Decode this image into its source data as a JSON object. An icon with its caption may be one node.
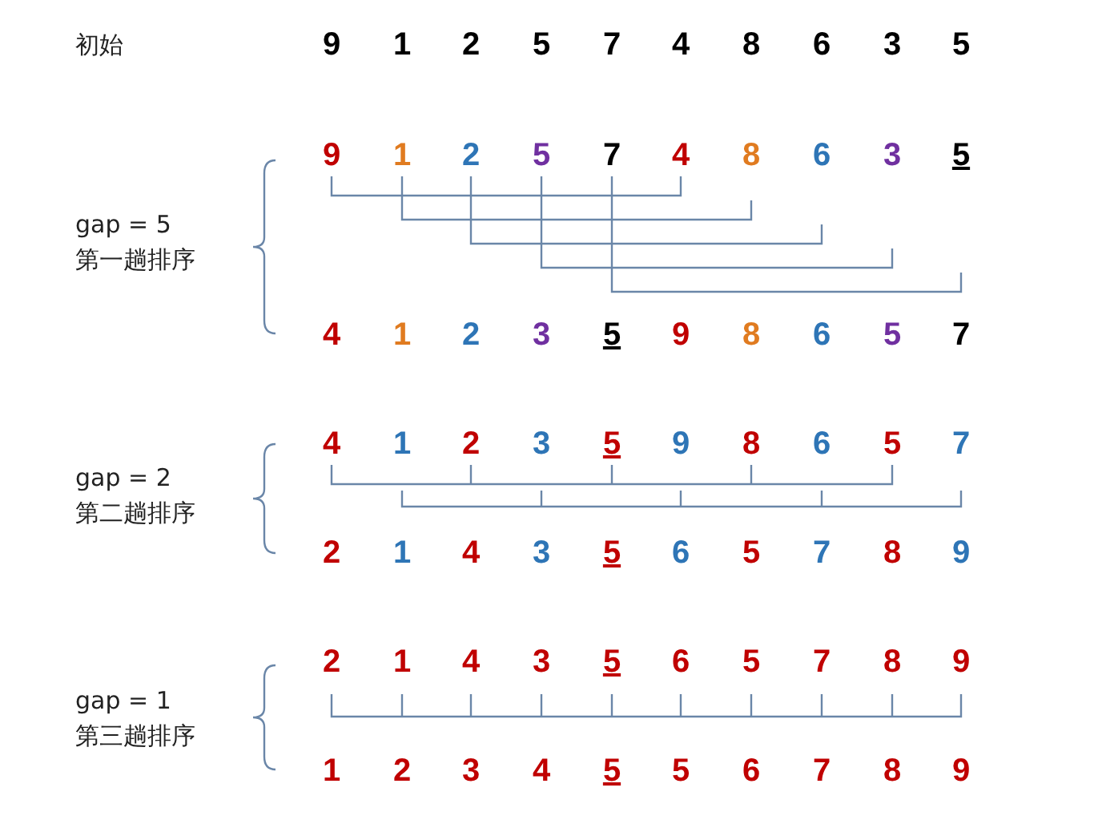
{
  "diagram": {
    "labels": [
      "初始",
      "9",
      "1",
      "2",
      "5",
      "7",
      "4",
      "8",
      "6",
      "3",
      "5",
      "9",
      "1",
      "2",
      "5",
      "7",
      "4",
      "8",
      "6",
      "3",
      "5",
      "gap = 5",
      "第一趟排序",
      "4",
      "1",
      "2",
      "3",
      "5",
      "9",
      "8",
      "6",
      "5",
      "7",
      "4",
      "1",
      "2",
      "3",
      "5",
      "9",
      "8",
      "6",
      "5",
      "7",
      "gap = 2",
      "第二趟排序",
      "2",
      "1",
      "4",
      "3",
      "5",
      "6",
      "5",
      "7",
      "8",
      "9",
      "2",
      "1",
      "4",
      "3",
      "5",
      "6",
      "5",
      "7",
      "8",
      "9",
      "gap = 1",
      "第三趟排序",
      "1",
      "2",
      "3",
      "4",
      "5",
      "5",
      "6",
      "7",
      "8",
      "9"
    ]
  }
}
